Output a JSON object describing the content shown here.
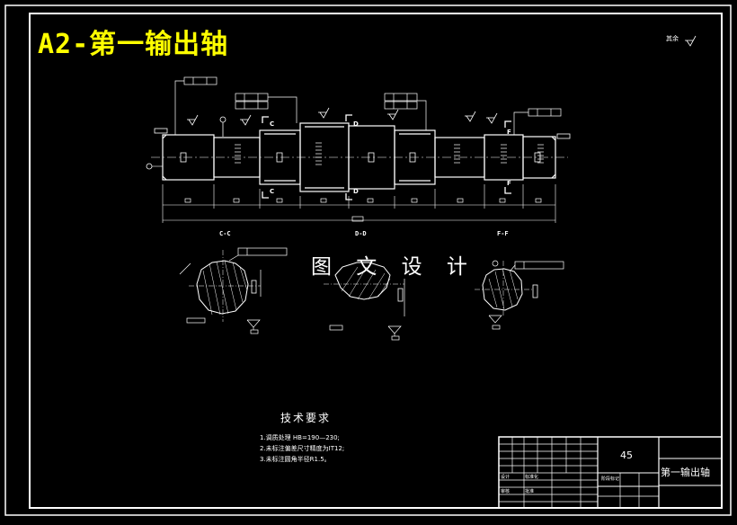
{
  "drawing": {
    "title": "A2-第一输出轴",
    "watermark": "图 文 设 计",
    "rough_note": "其余",
    "sections": [
      "C-C",
      "D-D",
      "F-F"
    ],
    "tech_requirements": {
      "heading": "技术要求",
      "notes": [
        "1.调质处理 HB=190—230;",
        "2.未标注偏差尺寸精度为IT12;",
        "3.未标注圆角半径R1.5。"
      ]
    },
    "title_block": {
      "scale": "45",
      "part_name": "第一输出轴",
      "labels": [
        "设计",
        "审核",
        "标准化",
        "批准",
        "阶段标记"
      ]
    }
  },
  "colors": {
    "background": "#000000",
    "lines": "#ffffff",
    "title": "#ffff00"
  }
}
